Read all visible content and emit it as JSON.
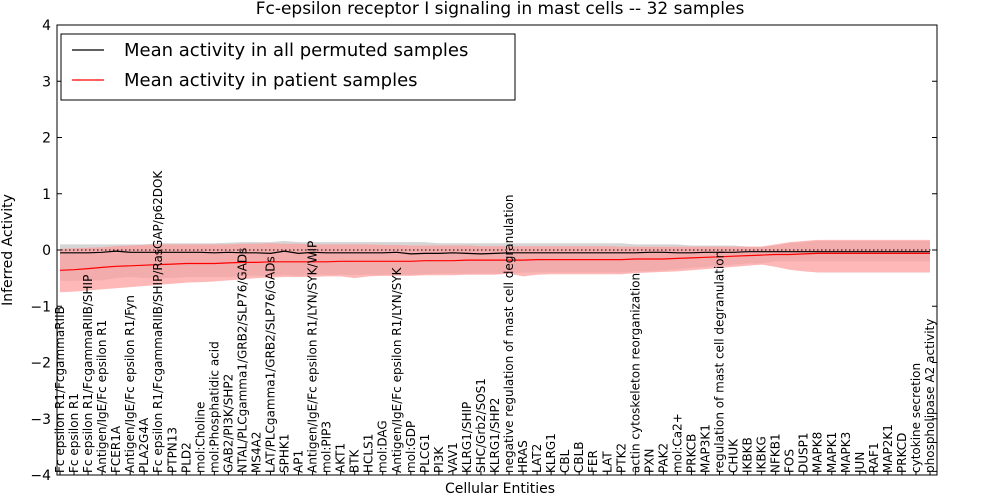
{
  "chart_data": {
    "type": "line",
    "title": "Fc-epsilon receptor I signaling in mast cells -- 32 samples",
    "xlabel": "Cellular Entities",
    "ylabel": "Inferred Activity",
    "ylim": [
      -4,
      4
    ],
    "yticks": [
      "−4",
      "−3",
      "−2",
      "−1",
      "0",
      "1",
      "2",
      "3",
      "4"
    ],
    "legend_position": "upper-left",
    "reference_line": 0,
    "categories": [
      "Fc epsilon R1/FcgammaRIIB",
      "Fc epsilon R1",
      "Fc epsilon R1/FcgammaRIIB/SHIP",
      "Antigen/IgE/Fc epsilon R1",
      "FCER1A",
      "Antigen/IgE/Fc epsilon R1/Fyn",
      "PLA2G4A",
      "Fc epsilon R1/FcgammaRIIB/SHIP/RasGAP/p62DOK",
      "PTPN13",
      "PLD2",
      "mol:Choline",
      "mol:Phosphatidic acid",
      "GAB2/PI3K/SHP2",
      "NTAL/PLCgamma1/GRB2/SLP76/GADs",
      "MS4A2",
      "LAT/PLCgamma1/GRB2/SLP76/GADs",
      "SPHK1",
      "AP1",
      "Antigen/IgE/Fc epsilon R1/LYN/SYK/WIP",
      "mol:PIP3",
      "AKT1",
      "BTK",
      "HCLS1",
      "mol:DAG",
      "Antigen/IgE/Fc epsilon R1/LYN/SYK",
      "mol:GDP",
      "PLCG1",
      "PI3K",
      "VAV1",
      "KLRG1/SHIP",
      "SHC/Grb2/SOS1",
      "KLRG1/SHP2",
      "negative regulation of mast cell degranulation",
      "HRAS",
      "LAT2",
      "KLRG1",
      "CBL",
      "CBLB",
      "FER",
      "LAT",
      "PTK2",
      "actin cytoskeleton reorganization",
      "PXN",
      "PAK2",
      "mol:Ca2+",
      "PRKCB",
      "MAP3K1",
      "regulation of mast cell degranulation",
      "CHUK",
      "IKBKB",
      "IKBKG",
      "NFKB1",
      "FOS",
      "DUSP1",
      "MAPK8",
      "MAPK1",
      "MAPK3",
      "JUN",
      "RAF1",
      "MAP2K1",
      "PRKCD",
      "cytokine secretion",
      "phospholipase A2 activity"
    ],
    "series": [
      {
        "name": "Mean activity in all permuted samples",
        "color": "#000000",
        "band_color": "#bfbfbf",
        "values": [
          -0.05,
          -0.05,
          -0.05,
          -0.04,
          -0.02,
          -0.04,
          -0.04,
          -0.04,
          -0.04,
          -0.04,
          -0.04,
          -0.05,
          -0.04,
          -0.05,
          -0.05,
          -0.06,
          -0.02,
          -0.06,
          -0.04,
          -0.05,
          -0.05,
          -0.05,
          -0.05,
          -0.05,
          -0.04,
          -0.07,
          -0.06,
          -0.06,
          -0.05,
          -0.06,
          -0.07,
          -0.06,
          -0.05,
          -0.05,
          -0.05,
          -0.05,
          -0.05,
          -0.05,
          -0.05,
          -0.05,
          -0.05,
          -0.05,
          -0.04,
          -0.04,
          -0.05,
          -0.05,
          -0.04,
          -0.04,
          -0.04,
          -0.03,
          -0.03,
          -0.03,
          -0.03,
          -0.03,
          -0.03,
          -0.03,
          -0.03,
          -0.03,
          -0.03,
          -0.03,
          -0.03,
          -0.03,
          -0.03
        ],
        "lower": [
          -0.55,
          -0.55,
          -0.54,
          -0.54,
          -0.5,
          -0.48,
          -0.5,
          -0.5,
          -0.5,
          -0.48,
          -0.48,
          -0.48,
          -0.48,
          -0.46,
          -0.46,
          -0.46,
          -0.44,
          -0.46,
          -0.44,
          -0.44,
          -0.44,
          -0.44,
          -0.44,
          -0.44,
          -0.44,
          -0.44,
          -0.43,
          -0.42,
          -0.42,
          -0.42,
          -0.42,
          -0.42,
          -0.42,
          -0.4,
          -0.4,
          -0.4,
          -0.4,
          -0.4,
          -0.4,
          -0.4,
          -0.4,
          -0.38,
          -0.38,
          -0.36,
          -0.34,
          -0.32,
          -0.3,
          -0.28,
          -0.26,
          -0.24,
          -0.24,
          -0.2,
          -0.2,
          -0.2,
          -0.2,
          -0.2,
          -0.2,
          -0.2,
          -0.2,
          -0.2,
          -0.2,
          -0.2,
          -0.2
        ],
        "upper": [
          0.1,
          0.1,
          0.1,
          0.1,
          0.1,
          0.1,
          0.1,
          0.12,
          0.12,
          0.12,
          0.12,
          0.12,
          0.13,
          0.14,
          0.14,
          0.14,
          0.16,
          0.14,
          0.14,
          0.14,
          0.14,
          0.14,
          0.14,
          0.14,
          0.14,
          0.14,
          0.14,
          0.12,
          0.12,
          0.12,
          0.12,
          0.12,
          0.12,
          0.12,
          0.12,
          0.12,
          0.12,
          0.12,
          0.12,
          0.12,
          0.12,
          0.1,
          0.1,
          0.1,
          0.1,
          0.08,
          0.08,
          0.08,
          0.08,
          0.06,
          0.06,
          0.08,
          0.12,
          0.14,
          0.16,
          0.16,
          0.16,
          0.16,
          0.16,
          0.16,
          0.16,
          0.16,
          0.16
        ]
      },
      {
        "name": "Mean activity in patient samples",
        "color": "#ff0000",
        "band_color": "#ff9a9a",
        "values": [
          -0.36,
          -0.35,
          -0.33,
          -0.31,
          -0.29,
          -0.28,
          -0.27,
          -0.26,
          -0.25,
          -0.24,
          -0.24,
          -0.24,
          -0.23,
          -0.22,
          -0.22,
          -0.21,
          -0.21,
          -0.21,
          -0.21,
          -0.21,
          -0.2,
          -0.2,
          -0.2,
          -0.2,
          -0.2,
          -0.2,
          -0.19,
          -0.19,
          -0.19,
          -0.18,
          -0.18,
          -0.18,
          -0.18,
          -0.18,
          -0.17,
          -0.17,
          -0.17,
          -0.17,
          -0.17,
          -0.17,
          -0.17,
          -0.16,
          -0.16,
          -0.16,
          -0.15,
          -0.14,
          -0.13,
          -0.12,
          -0.11,
          -0.1,
          -0.09,
          -0.08,
          -0.08,
          -0.07,
          -0.06,
          -0.06,
          -0.06,
          -0.06,
          -0.06,
          -0.06,
          -0.06,
          -0.06,
          -0.06
        ],
        "lower": [
          -0.75,
          -0.74,
          -0.72,
          -0.7,
          -0.68,
          -0.66,
          -0.64,
          -0.62,
          -0.6,
          -0.58,
          -0.57,
          -0.56,
          -0.54,
          -0.52,
          -0.5,
          -0.49,
          -0.48,
          -0.48,
          -0.48,
          -0.47,
          -0.47,
          -0.5,
          -0.47,
          -0.46,
          -0.46,
          -0.46,
          -0.45,
          -0.45,
          -0.45,
          -0.44,
          -0.44,
          -0.44,
          -0.42,
          -0.47,
          -0.44,
          -0.43,
          -0.43,
          -0.43,
          -0.43,
          -0.43,
          -0.43,
          -0.41,
          -0.4,
          -0.39,
          -0.38,
          -0.36,
          -0.34,
          -0.32,
          -0.3,
          -0.28,
          -0.26,
          -0.3,
          -0.35,
          -0.38,
          -0.4,
          -0.4,
          -0.4,
          -0.4,
          -0.4,
          -0.4,
          -0.4,
          -0.4,
          -0.4
        ],
        "upper": [
          0.02,
          0.03,
          0.04,
          0.05,
          0.07,
          0.08,
          0.09,
          0.1,
          0.1,
          0.1,
          0.1,
          0.1,
          0.1,
          0.11,
          0.11,
          0.12,
          0.11,
          0.11,
          0.1,
          0.1,
          0.1,
          0.1,
          0.1,
          0.09,
          0.09,
          0.08,
          0.08,
          0.08,
          0.08,
          0.08,
          0.07,
          0.07,
          0.07,
          0.07,
          0.07,
          0.07,
          0.07,
          0.07,
          0.07,
          0.07,
          0.06,
          0.06,
          0.06,
          0.06,
          0.06,
          0.06,
          0.06,
          0.06,
          0.06,
          0.06,
          0.06,
          0.1,
          0.14,
          0.16,
          0.18,
          0.18,
          0.18,
          0.18,
          0.18,
          0.18,
          0.18,
          0.18,
          0.18
        ]
      }
    ]
  }
}
